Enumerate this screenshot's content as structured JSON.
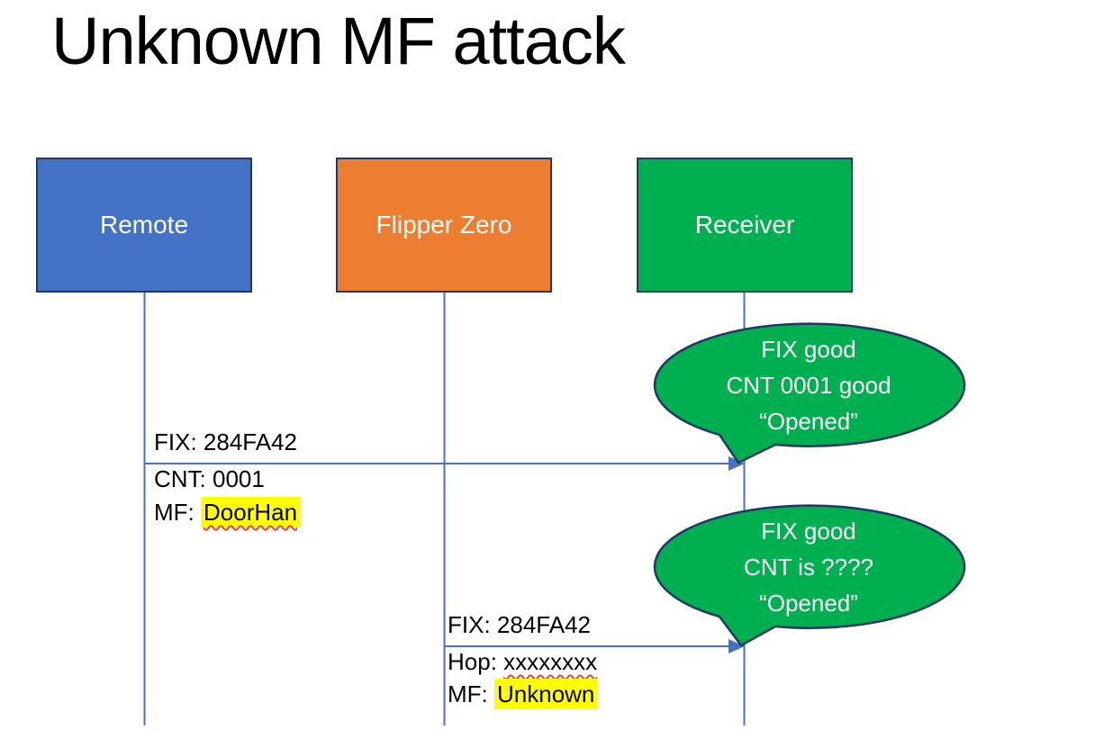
{
  "title": "Unknown MF attack",
  "actors": {
    "remote": {
      "label": "Remote",
      "color": "#4472C4"
    },
    "flipper": {
      "label": "Flipper Zero",
      "color": "#ED7D31"
    },
    "receiver": {
      "label": "Receiver",
      "color": "#00B050"
    }
  },
  "messages": {
    "remote_to_receiver": {
      "fix": "FIX: 284FA42",
      "cnt": "CNT: 0001",
      "mf_prefix": "MF: ",
      "mf_value": "DoorHan"
    },
    "flipper_to_receiver": {
      "fix": "FIX: 284FA42",
      "hop_prefix": "Hop: ",
      "hop_value": "xxxxxxxx",
      "mf_prefix": "MF: ",
      "mf_value": "Unknown"
    }
  },
  "callouts": {
    "first": {
      "line1": "FIX good",
      "line2": "CNT 0001 good",
      "line3": "“Opened”"
    },
    "second": {
      "line1": "FIX good",
      "line2": "CNT is ????",
      "line3": "“Opened”"
    }
  },
  "colors": {
    "actor_blue": "#4472C4",
    "actor_orange": "#ED7D31",
    "actor_green": "#00B050",
    "outline_navy": "#1F3864",
    "connector_blue": "#4472C4",
    "highlight_yellow": "#FFFF00",
    "spellcheck_red": "#E8442B",
    "title_black": "#000000",
    "callout_text_white": "#FFFFFF"
  }
}
